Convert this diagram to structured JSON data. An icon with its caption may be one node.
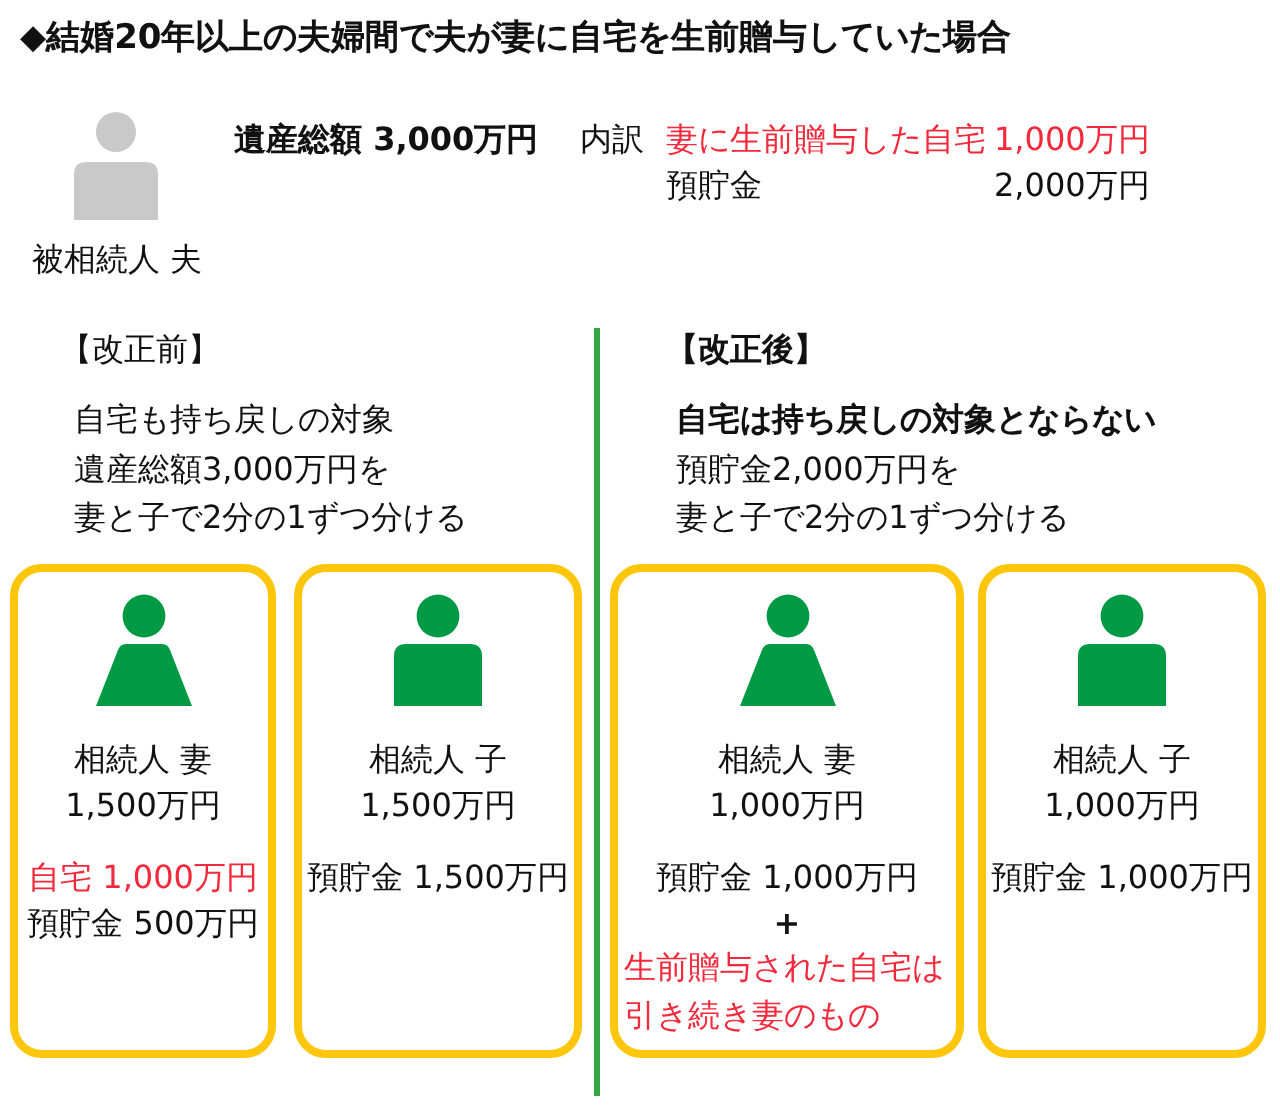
{
  "diagram": {
    "title": "◆結婚20年以上の夫婦間で夫が妻に自宅を生前贈与していた場合",
    "nodes": [
      {
        "text": [
          "相続人 妻",
          "1,500万円",
          "自宅 1,000万円",
          "預貯金 500万円"
        ]
      },
      {
        "text": [
          "相続人 子",
          "1,500万円",
          "預貯金 1,500万円"
        ]
      },
      {
        "text": [
          "相続人 妻",
          "1,000万円",
          "預貯金 1,000万円",
          "+",
          "生前贈与された自宅は引き続き妻のもの"
        ]
      },
      {
        "text": [
          "相続人 子",
          "1,000万円",
          "預貯金 1,000万円"
        ]
      }
    ],
    "labels": [
      "遺産総額 3,000万円",
      "内訳",
      "妻に生前贈与した自宅",
      "1,000万円",
      "預貯金",
      "2,000万円",
      "被相続人 夫",
      "【改正前】",
      "自宅も持ち戻しの対象",
      "遺産総額3,000万円を",
      "妻と子で2分の1ずつ分ける",
      "【改正後】",
      "自宅は持ち戻しの対象とならない",
      "預貯金2,000万円を",
      "妻と子で2分の1ずつ分ける"
    ]
  }
}
